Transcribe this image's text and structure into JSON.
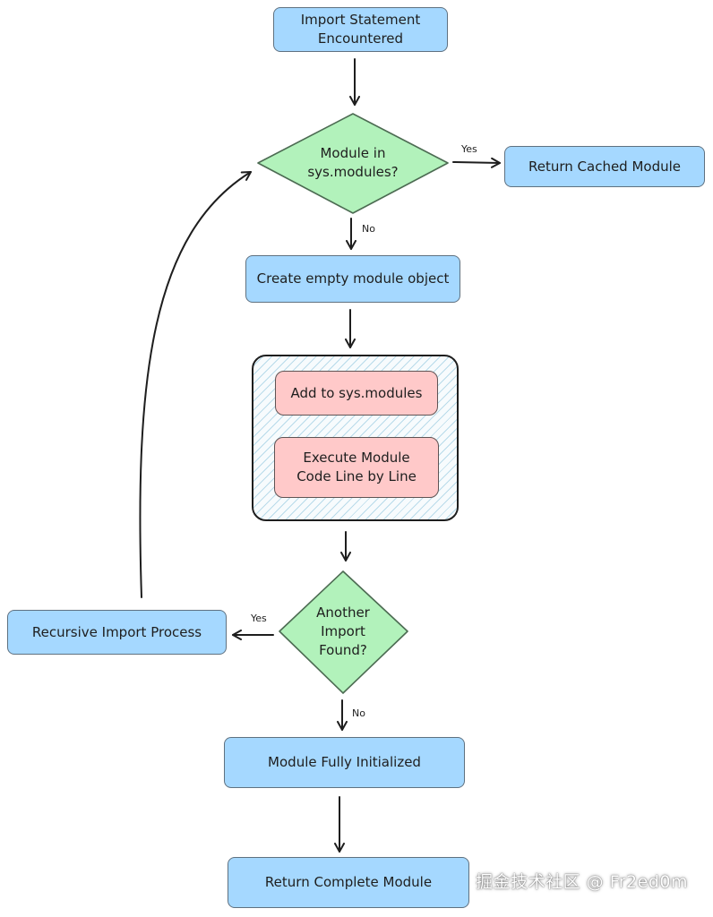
{
  "nodes": {
    "import_statement": "Import Statement\nEncountered",
    "module_in_sys_modules": "Module in\nsys.modules?",
    "return_cached_module": "Return Cached Module",
    "create_empty_module": "Create empty module object",
    "add_to_sys_modules": "Add to sys.modules",
    "execute_module_code": "Execute Module\nCode Line by Line",
    "another_import_found": "Another\nImport\nFound?",
    "recursive_import_process": "Recursive Import Process",
    "module_fully_initialized": "Module Fully Initialized",
    "return_complete_module": "Return Complete Module"
  },
  "edge_labels": {
    "cached_yes": "Yes",
    "cached_no": "No",
    "another_yes": "Yes",
    "another_no": "No"
  },
  "colors": {
    "process_fill": "#a5d8ff",
    "decision_fill": "#b2f2bb",
    "execution_fill": "#ffc9c9",
    "stroke": "#1e1e1e"
  },
  "watermark": "掘金技术社区 @ Fr2ed0m"
}
